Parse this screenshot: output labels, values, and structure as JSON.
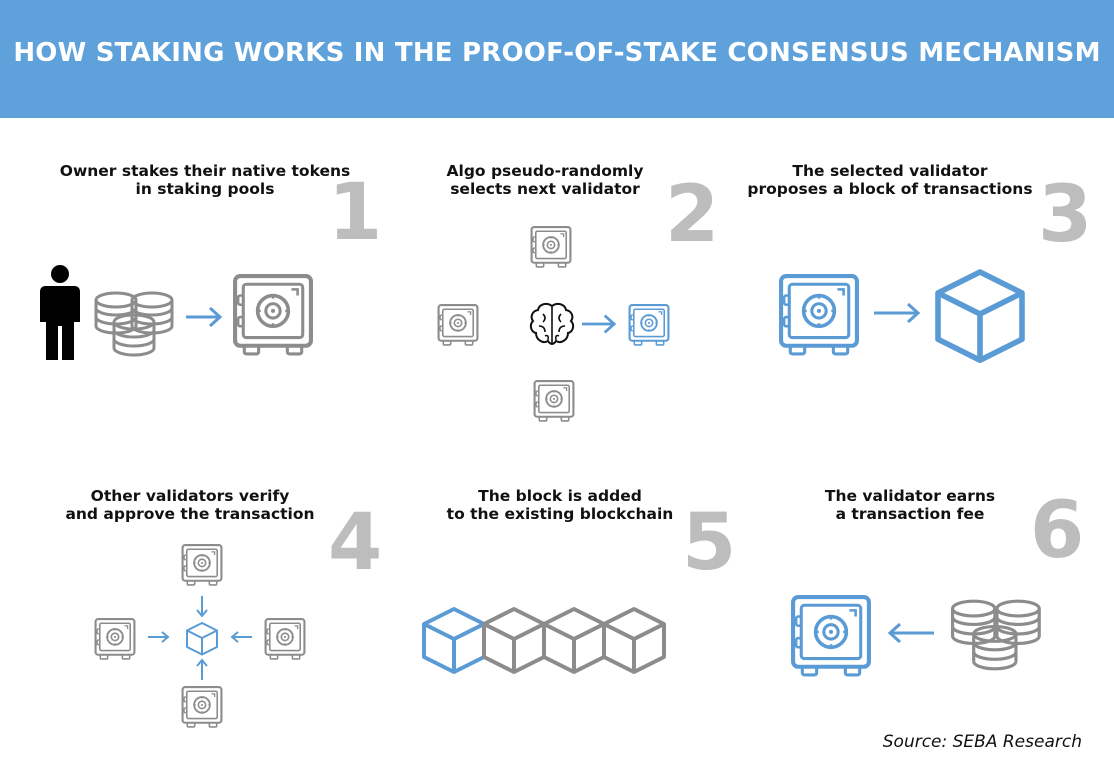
{
  "header": {
    "title": "HOW STAKING WORKS IN THE PROOF-OF-STAKE CONSENSUS MECHANISM"
  },
  "steps": [
    {
      "number": "1",
      "text": "Owner stakes their native tokens\nin staking pools"
    },
    {
      "number": "2",
      "text": "Algo pseudo-randomly\nselects next validator"
    },
    {
      "number": "3",
      "text": "The selected validator\nproposes a block of transactions"
    },
    {
      "number": "4",
      "text": "Other validators verify\nand approve the transaction"
    },
    {
      "number": "5",
      "text": "The block is added\nto the existing blockchain"
    },
    {
      "number": "6",
      "text": "The validator earns\na transaction fee"
    }
  ],
  "source": "Source: SEBA Research",
  "colors": {
    "header_bg": "#5fa1db",
    "accent_blue": "#5b9bd5",
    "gray_icon": "#8c8c8c",
    "number_gray": "#bdbdbd"
  },
  "icons": [
    "person-icon",
    "coins-icon",
    "safe-icon",
    "arrow-icon",
    "brain-icon",
    "cube-icon",
    "blockchain-icon"
  ]
}
